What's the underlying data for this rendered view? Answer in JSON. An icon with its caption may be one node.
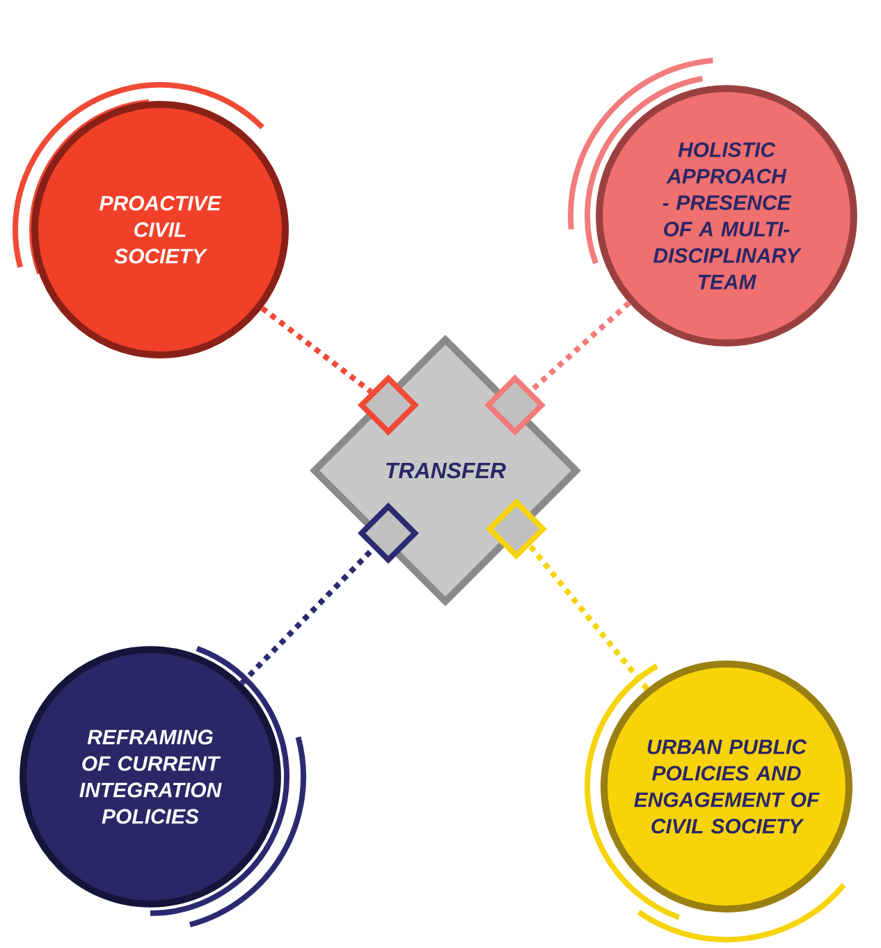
{
  "diagram": {
    "nodes": [
      {
        "text": [
          "PROACTIVE CIVIL SOCIETY"
        ]
      },
      {
        "text": [
          "HOLISTIC APPROACH - PRESENCE OF A MULTI-DISCIPLINARY TEAM"
        ]
      },
      {
        "text": [
          "TRANSFER"
        ]
      },
      {
        "text": [],
        "shape": "diamond",
        "in": 2
      },
      {
        "text": [],
        "shape": "diamond",
        "in": 2
      },
      {
        "text": [],
        "shape": "diamond",
        "in": 2
      },
      {
        "text": [],
        "shape": "diamond",
        "in": 2
      },
      {
        "text": [
          "REFRAMING OF CURRENT INTEGRATION POLICIES"
        ]
      },
      {
        "text": [
          "URBAN PUBLIC POLICIES AND ENGAGEMENT OF CIVIL SOCIETY"
        ]
      }
    ],
    "edges": [
      {
        "from": 0,
        "to": 3,
        "arrow": "none",
        "style": "dashed",
        "color": "#f04a35"
      },
      {
        "from": 1,
        "to": 4,
        "arrow": "none",
        "style": "dashed",
        "color": "#f27c7c"
      },
      {
        "from": 7,
        "to": 5,
        "arrow": "none",
        "style": "dashed",
        "color": "#2b2a70"
      },
      {
        "from": 8,
        "to": 6,
        "arrow": "none",
        "style": "dashed",
        "color": "#f7d40a"
      }
    ]
  }
}
